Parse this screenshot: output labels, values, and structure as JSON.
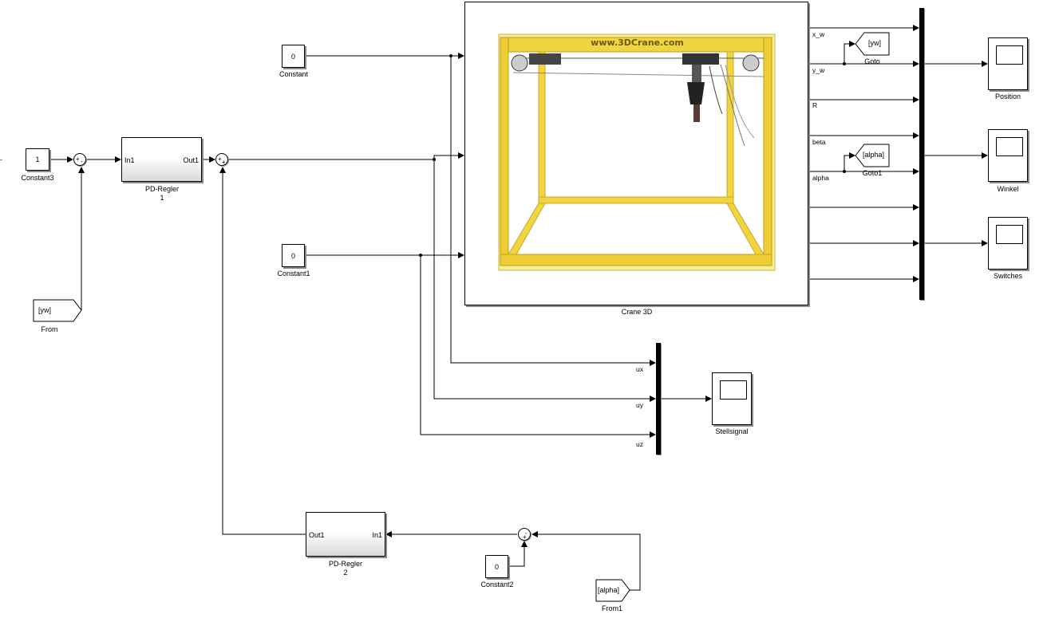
{
  "blocks": {
    "constant": {
      "value": "0",
      "label": "Constant"
    },
    "constant1": {
      "value": "0",
      "label": "Constant1"
    },
    "constant2": {
      "value": "0",
      "label": "Constant2"
    },
    "constant3": {
      "value": "1",
      "label": "Constant3"
    },
    "from": {
      "tag": "[yw]",
      "label": "From"
    },
    "from1": {
      "tag": "[alpha]",
      "label": "From1"
    },
    "goto": {
      "tag": "[yw]",
      "label": "Goto"
    },
    "goto1": {
      "tag": "[alpha]",
      "label": "Goto1"
    },
    "pd1": {
      "in": "In1",
      "out": "Out1",
      "label_line1": "PD-Regler",
      "label_line2": "1"
    },
    "pd2": {
      "in": "In1",
      "out": "Out1",
      "label_line1": "PD-Regler",
      "label_line2": "2"
    },
    "crane": {
      "label": "Crane 3D",
      "logo": "www.3DCrane.com"
    },
    "scope_position": {
      "label": "Position"
    },
    "scope_winkel": {
      "label": "Winkel"
    },
    "scope_switches": {
      "label": "Switches"
    },
    "scope_stellsignal": {
      "label": "Stellsignal"
    }
  },
  "sum_signs": {
    "sum1": {
      "a": "+",
      "b": "-"
    },
    "sum2": {
      "a": "+",
      "b": "+"
    },
    "sum3": {
      "a": "-",
      "b": "+"
    }
  },
  "crane_outputs": [
    "x_w",
    "y_w",
    "R",
    "beta",
    "alpha"
  ],
  "mux_inputs": [
    "ux",
    "uy",
    "uz"
  ],
  "stray_mark": "-"
}
